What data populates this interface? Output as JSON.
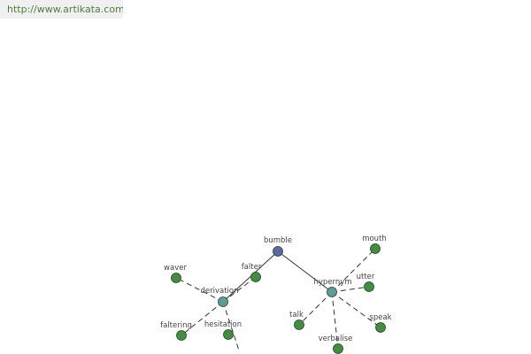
{
  "site": {
    "url": "http://www.artikata.com"
  },
  "colors": {
    "root": "#5a67a6",
    "relation": "#5f9b98",
    "leaf": "#3f8f3f",
    "url_text": "#4f7d3f"
  },
  "graph": {
    "root": {
      "label": "bumble"
    },
    "derivation": {
      "label": "derivation",
      "children": [
        {
          "label": "waver"
        },
        {
          "label": "faltering"
        },
        {
          "label": "hesitation"
        }
      ]
    },
    "falter": {
      "label": "falter"
    },
    "hypernym": {
      "label": "hypernym",
      "children": [
        {
          "label": "mouth"
        },
        {
          "label": "utter"
        },
        {
          "label": "talk"
        },
        {
          "label": "verbalise"
        },
        {
          "label": "speak"
        }
      ]
    }
  }
}
